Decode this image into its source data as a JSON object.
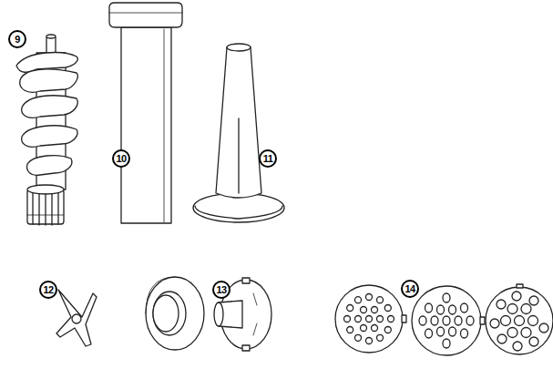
{
  "diagram": {
    "labels": [
      "9",
      "10",
      "11",
      "12",
      "13",
      "14"
    ]
  }
}
